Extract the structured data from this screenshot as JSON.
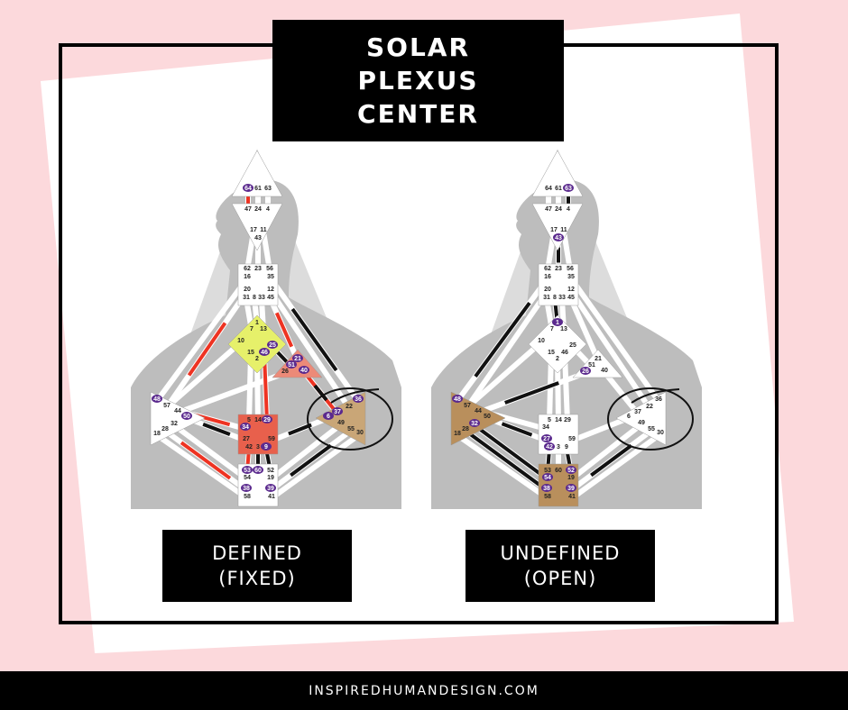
{
  "title": {
    "line1": "SOLAR",
    "line2": "PLEXUS",
    "line3": "CENTER"
  },
  "labels": {
    "defined": {
      "line1": "DEFINED",
      "line2": "(FIXED)"
    },
    "undefined": {
      "line1": "UNDEFINED",
      "line2": "(OPEN)"
    }
  },
  "footer": "INSPIREDHUMANDESIGN.COM",
  "colors": {
    "background": "#fcd9dc",
    "frame": "#000000",
    "activated_gate": "#5b2a8e",
    "red_channel": "#ee3322",
    "black_channel": "#111111"
  },
  "charts": [
    {
      "id": "defined",
      "centers": {
        "head": {
          "gates": [
            "64",
            "61",
            "63"
          ],
          "active": [
            "64"
          ],
          "fill": "#ffffff"
        },
        "ajna": {
          "gates": [
            "47",
            "24",
            "4",
            "17",
            "11",
            "43"
          ],
          "active": [],
          "fill": "#ffffff"
        },
        "throat": {
          "gates": [
            "62",
            "23",
            "56",
            "16",
            "35",
            "20",
            "12",
            "31",
            "8",
            "33",
            "45"
          ],
          "active": [],
          "fill": "#ffffff"
        },
        "g": {
          "gates": [
            "1",
            "7",
            "13",
            "10",
            "15",
            "46",
            "25",
            "2"
          ],
          "active": [
            "46",
            "25"
          ],
          "fill": "#e6f06a"
        },
        "heart": {
          "gates": [
            "21",
            "51",
            "26",
            "40"
          ],
          "active": [
            "21",
            "51",
            "40"
          ],
          "fill": "#ec8a78"
        },
        "spleen": {
          "gates": [
            "48",
            "57",
            "44",
            "50",
            "32",
            "28",
            "18"
          ],
          "active": [
            "48",
            "50"
          ],
          "fill": "#ffffff"
        },
        "solar_plexus": {
          "gates": [
            "36",
            "22",
            "6",
            "37",
            "49",
            "55",
            "30"
          ],
          "active": [
            "36",
            "6",
            "37"
          ],
          "fill": "#c9a677"
        },
        "sacral": {
          "gates": [
            "5",
            "14",
            "29",
            "34",
            "27",
            "59",
            "42",
            "3",
            "9"
          ],
          "active": [
            "29",
            "34",
            "9"
          ],
          "fill": "#e8604c"
        },
        "root": {
          "gates": [
            "53",
            "60",
            "52",
            "54",
            "19",
            "38",
            "39",
            "58",
            "41"
          ],
          "active": [
            "53",
            "60",
            "38",
            "39"
          ],
          "fill": "#ffffff"
        }
      }
    },
    {
      "id": "undefined",
      "centers": {
        "head": {
          "gates": [
            "64",
            "61",
            "63"
          ],
          "active": [
            "63"
          ],
          "fill": "#ffffff"
        },
        "ajna": {
          "gates": [
            "47",
            "24",
            "4",
            "17",
            "11",
            "43"
          ],
          "active": [
            "43"
          ],
          "fill": "#ffffff"
        },
        "throat": {
          "gates": [
            "62",
            "23",
            "56",
            "16",
            "35",
            "20",
            "12",
            "31",
            "8",
            "33",
            "45"
          ],
          "active": [],
          "fill": "#ffffff"
        },
        "g": {
          "gates": [
            "1",
            "7",
            "13",
            "10",
            "15",
            "46",
            "25",
            "2"
          ],
          "active": [
            "1"
          ],
          "fill": "#ffffff"
        },
        "heart": {
          "gates": [
            "21",
            "51",
            "26",
            "40"
          ],
          "active": [
            "26"
          ],
          "fill": "#ffffff"
        },
        "spleen": {
          "gates": [
            "48",
            "57",
            "44",
            "50",
            "32",
            "28",
            "18"
          ],
          "active": [
            "48",
            "32"
          ],
          "fill": "#b98f5c"
        },
        "solar_plexus": {
          "gates": [
            "36",
            "22",
            "6",
            "37",
            "49",
            "55",
            "30"
          ],
          "active": [],
          "fill": "#ffffff"
        },
        "sacral": {
          "gates": [
            "5",
            "14",
            "29",
            "34",
            "27",
            "59",
            "42",
            "3",
            "9"
          ],
          "active": [
            "27",
            "42"
          ],
          "fill": "#ffffff"
        },
        "root": {
          "gates": [
            "53",
            "60",
            "52",
            "54",
            "19",
            "38",
            "39",
            "58",
            "41"
          ],
          "active": [
            "52",
            "54",
            "38",
            "39"
          ],
          "fill": "#b98f5c"
        }
      }
    }
  ]
}
